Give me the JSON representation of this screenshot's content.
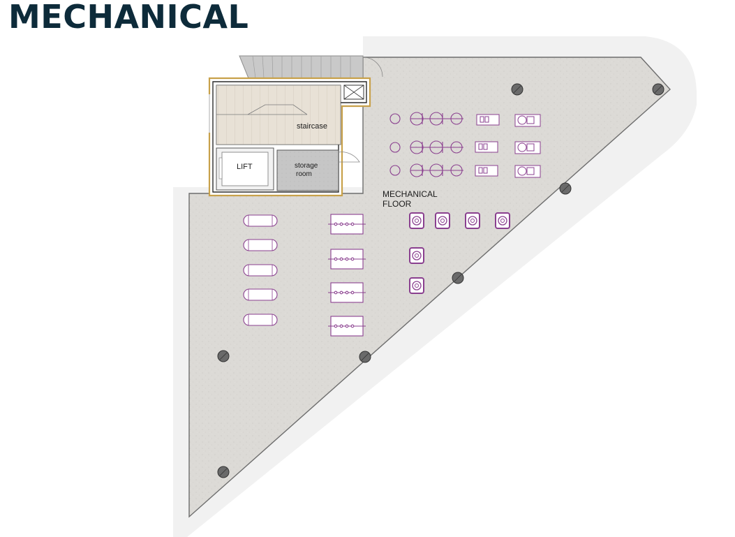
{
  "page": {
    "title": "MECHANICAL"
  },
  "plan": {
    "labels": {
      "staircase": "staircase",
      "lift": "LIFT",
      "storage_line1": "storage",
      "storage_line2": "room",
      "floor_line1": "MECHANICAL",
      "floor_line2": "FLOOR"
    },
    "colors": {
      "title": "#0d2b3a",
      "floor_fill": "#dcdad6",
      "outer_band": "#f1f1f1",
      "equipment": "#8a3f8f",
      "core_outline": "#c8a14a",
      "column": "#6a6a6a"
    }
  }
}
